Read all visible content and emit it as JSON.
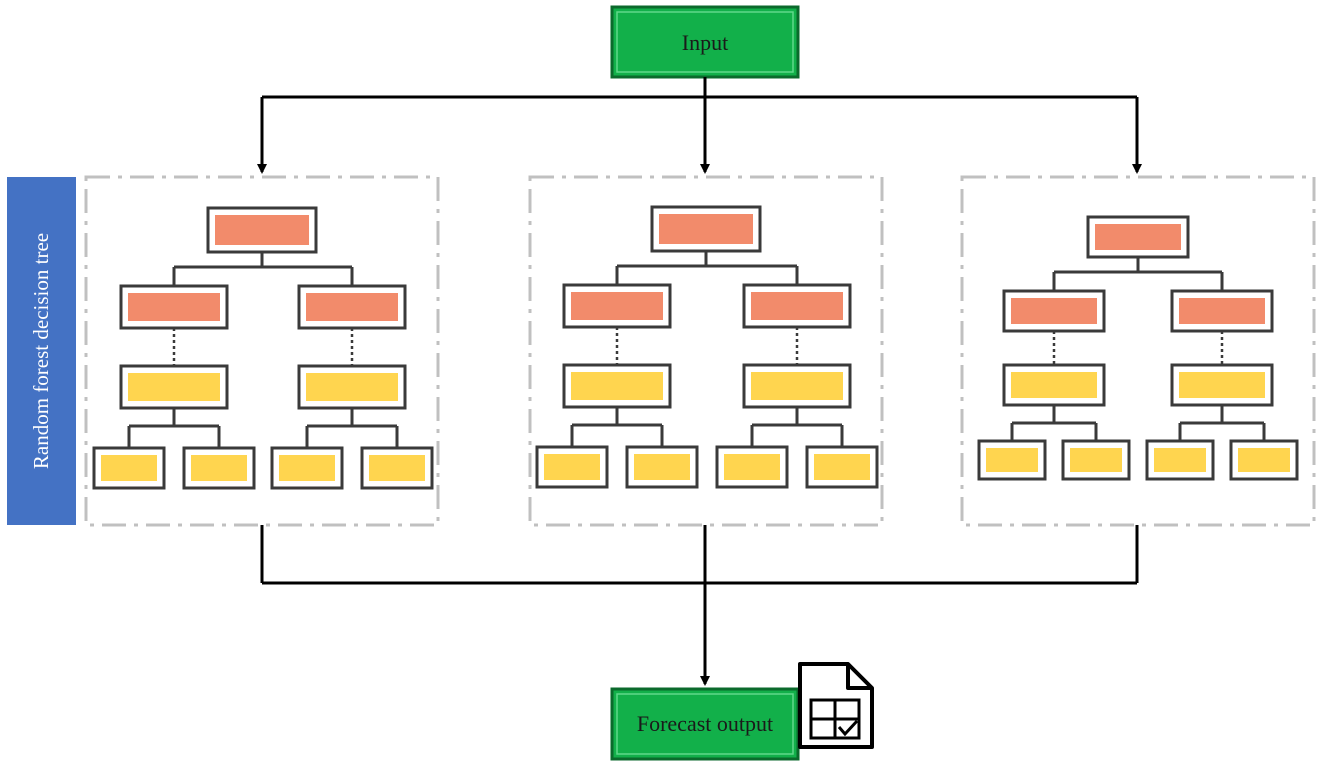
{
  "input_label": "Input",
  "output_label": "Forecast output",
  "side_label": "Random forest decision tree",
  "colors": {
    "terminal_fill": "#12b04a",
    "terminal_border": "#0b6a2c",
    "side_fill": "#4472c4",
    "node_red": "#f28b6b",
    "node_yellow": "#ffd54f",
    "node_border": "#3a3a3a",
    "panel_border": "#c0c0c0",
    "arrow": "#000000"
  },
  "icons": {
    "output_icon": "spreadsheet-check-icon"
  }
}
